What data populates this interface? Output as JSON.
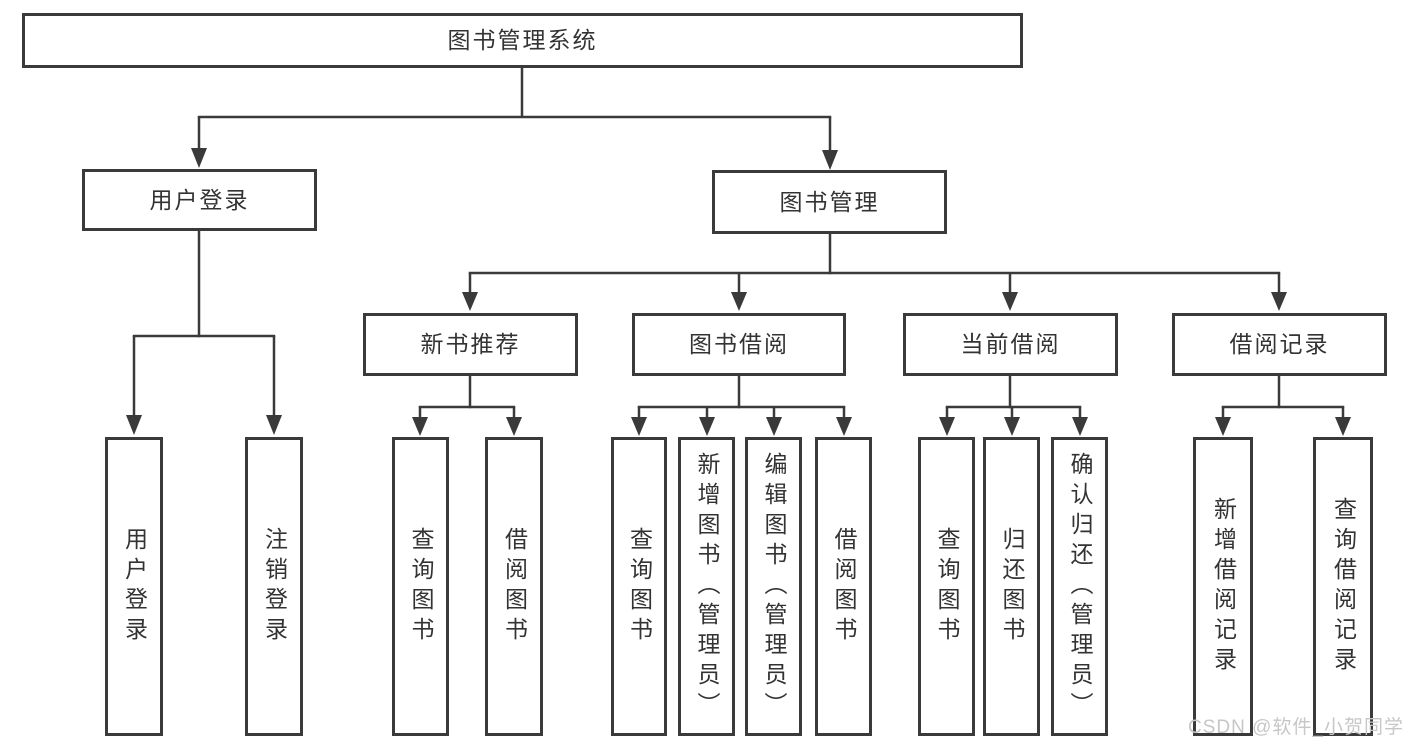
{
  "diagram": {
    "root": "图书管理系统",
    "nodes": {
      "user_login": "用户登录",
      "book_management": "图书管理",
      "new_book_recommend": "新书推荐",
      "book_borrow": "图书借阅",
      "current_borrow": "当前借阅",
      "borrow_records": "借阅记录"
    },
    "leaves": {
      "user_login": [
        "用户登录",
        "注销登录"
      ],
      "new_book_recommend": [
        "查询图书",
        "借阅图书"
      ],
      "book_borrow": [
        "查询图书",
        "新增图书（管理员）",
        "编辑图书（管理员）",
        "借阅图书"
      ],
      "current_borrow": [
        "查询图书",
        "归还图书",
        "确认归还（管理员）"
      ],
      "borrow_records": [
        "新增借阅记录",
        "查询借阅记录"
      ]
    }
  },
  "watermark": "CSDN @软件_小贺同学",
  "colors": {
    "line": "#3a3a3a",
    "box_border": "#3a3a3a",
    "box_bg": "#ffffff",
    "text": "#333333",
    "watermark": "#c7c7c7",
    "background": "#ffffff"
  }
}
